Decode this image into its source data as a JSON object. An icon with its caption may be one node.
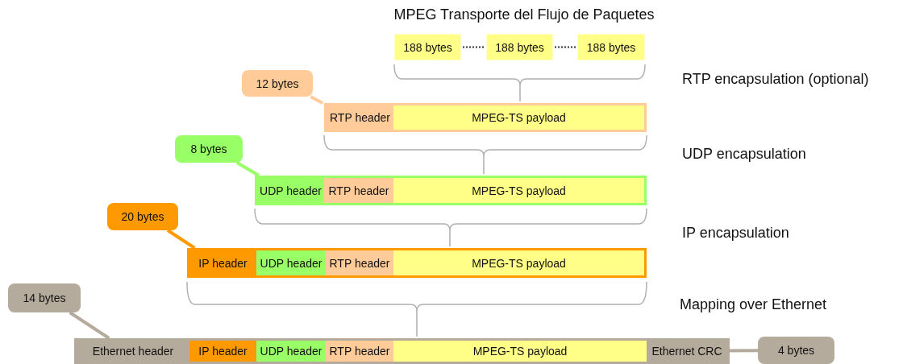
{
  "diagram": {
    "title": "MPEG Transporte del Flujo de Paquetes",
    "nodes": [
      {
        "text": [
          "188 bytes"
        ]
      },
      {
        "text": [
          "188 bytes"
        ]
      },
      {
        "text": [
          "188 bytes"
        ]
      },
      {
        "text": [
          "12 bytes"
        ]
      },
      {
        "text": [],
        "shape": "bar"
      },
      {
        "text": [
          "RTP header"
        ],
        "in": 4
      },
      {
        "text": [
          "MPEG-TS payload"
        ],
        "in": 4
      },
      {
        "text": [
          "8 bytes"
        ]
      },
      {
        "text": [],
        "shape": "bar"
      },
      {
        "text": [
          "UDP header"
        ],
        "in": 8
      },
      {
        "text": [
          "RTP header"
        ],
        "in": 8
      },
      {
        "text": [
          "MPEG-TS payload"
        ],
        "in": 8
      },
      {
        "text": [
          "20 bytes"
        ]
      },
      {
        "text": [],
        "shape": "bar"
      },
      {
        "text": [
          "IP header"
        ],
        "in": 13
      },
      {
        "text": [
          "UDP header"
        ],
        "in": 13
      },
      {
        "text": [
          "RTP header"
        ],
        "in": 13
      },
      {
        "text": [
          "MPEG-TS payload"
        ],
        "in": 13
      },
      {
        "text": [
          "14 bytes"
        ]
      },
      {
        "text": [],
        "shape": "bar"
      },
      {
        "text": [
          "Ethernet header"
        ],
        "in": 19
      },
      {
        "text": [
          "IP header"
        ],
        "in": 19
      },
      {
        "text": [
          "UDP header"
        ],
        "in": 19
      },
      {
        "text": [
          "RTP header"
        ],
        "in": 19
      },
      {
        "text": [
          "MPEG-TS payload"
        ],
        "in": 19
      },
      {
        "text": [
          "Ethernet CRC"
        ],
        "in": 19
      },
      {
        "text": [
          "4 bytes"
        ]
      }
    ],
    "edges": [
      {
        "from": 0,
        "to": 1,
        "arrow": "none",
        "style": "dashed"
      },
      {
        "from": 1,
        "to": 2,
        "arrow": "none",
        "style": "dashed"
      },
      {
        "from": 3,
        "to": 5,
        "arrow": "none",
        "color": "#ffcc99"
      },
      {
        "from": 7,
        "to": 9,
        "arrow": "none",
        "color": "#99ff66"
      },
      {
        "from": 12,
        "to": 14,
        "arrow": "none",
        "color": "#ff9900"
      },
      {
        "from": 18,
        "to": 20,
        "arrow": "none",
        "color": "#b5ab9c"
      },
      {
        "from": 26,
        "to": 25,
        "arrow": "none",
        "color": "#b5ab9c"
      }
    ],
    "labels": [
      "RTP encapsulation (optional)",
      "UDP encapsulation",
      "IP encapsulation",
      "Mapping over Ethernet"
    ]
  }
}
